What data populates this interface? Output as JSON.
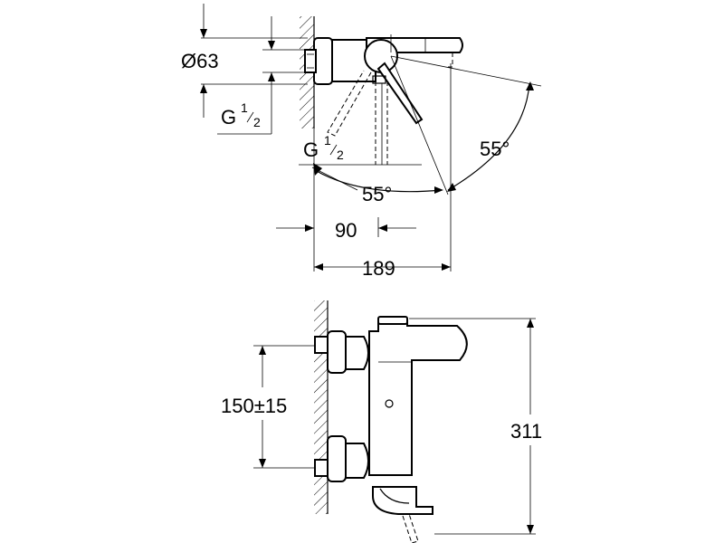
{
  "dimensions": {
    "diameter": "Ø63",
    "thread_top_g": "G",
    "thread_top_num": "1",
    "thread_top_den": "2",
    "thread_mid_g": "G",
    "thread_mid_num": "1",
    "thread_mid_den": "2",
    "angle_right": "55°",
    "angle_bottom": "55°",
    "projection_90": "90",
    "projection_189": "189",
    "centers": "150±15",
    "height": "311"
  }
}
